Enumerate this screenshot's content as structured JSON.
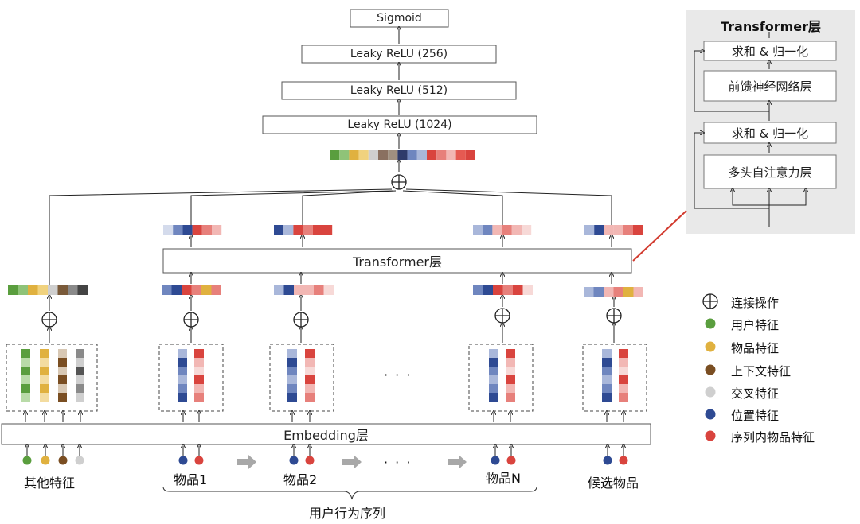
{
  "head": {
    "sigmoid": "Sigmoid",
    "relu256": "Leaky ReLU (256)",
    "relu512": "Leaky ReLU (512)",
    "relu1024": "Leaky ReLU (1024)"
  },
  "transformer_panel": {
    "title": "Transformer层",
    "add_norm_top": "求和 & 归一化",
    "ffn": "前馈神经网络层",
    "add_norm_bottom": "求和 & 归一化",
    "mha": "多头自注意力层"
  },
  "main": {
    "transformer_layer": "Transformer层",
    "embedding_layer": "Embedding层",
    "ellipsis": "· · ·"
  },
  "inputs": {
    "other_features": "其他特征",
    "item1": "物品1",
    "item2": "物品2",
    "itemN": "物品N",
    "candidate": "候选物品",
    "behavior_sequence": "用户行为序列"
  },
  "legend": [
    {
      "label": "连接操作",
      "icon": "concat-icon"
    },
    {
      "label": "用户特征",
      "color": "#5a9e3e"
    },
    {
      "label": "物品特征",
      "color": "#e0b13f"
    },
    {
      "label": "上下文特征",
      "color": "#7a4e22"
    },
    {
      "label": "交叉特征",
      "color": "#cfcfcf"
    },
    {
      "label": "位置特征",
      "color": "#2e4a93"
    },
    {
      "label": "序列内物品特征",
      "color": "#d9443e"
    }
  ],
  "colors": {
    "user": "#5a9e3e",
    "item": "#e0b13f",
    "context": "#7a4e22",
    "cross": "#cfcfcf",
    "position": "#2e4a93",
    "seq_item": "#d9443e",
    "panel_bg": "#e9e9e9",
    "link": "#d23a2e"
  }
}
